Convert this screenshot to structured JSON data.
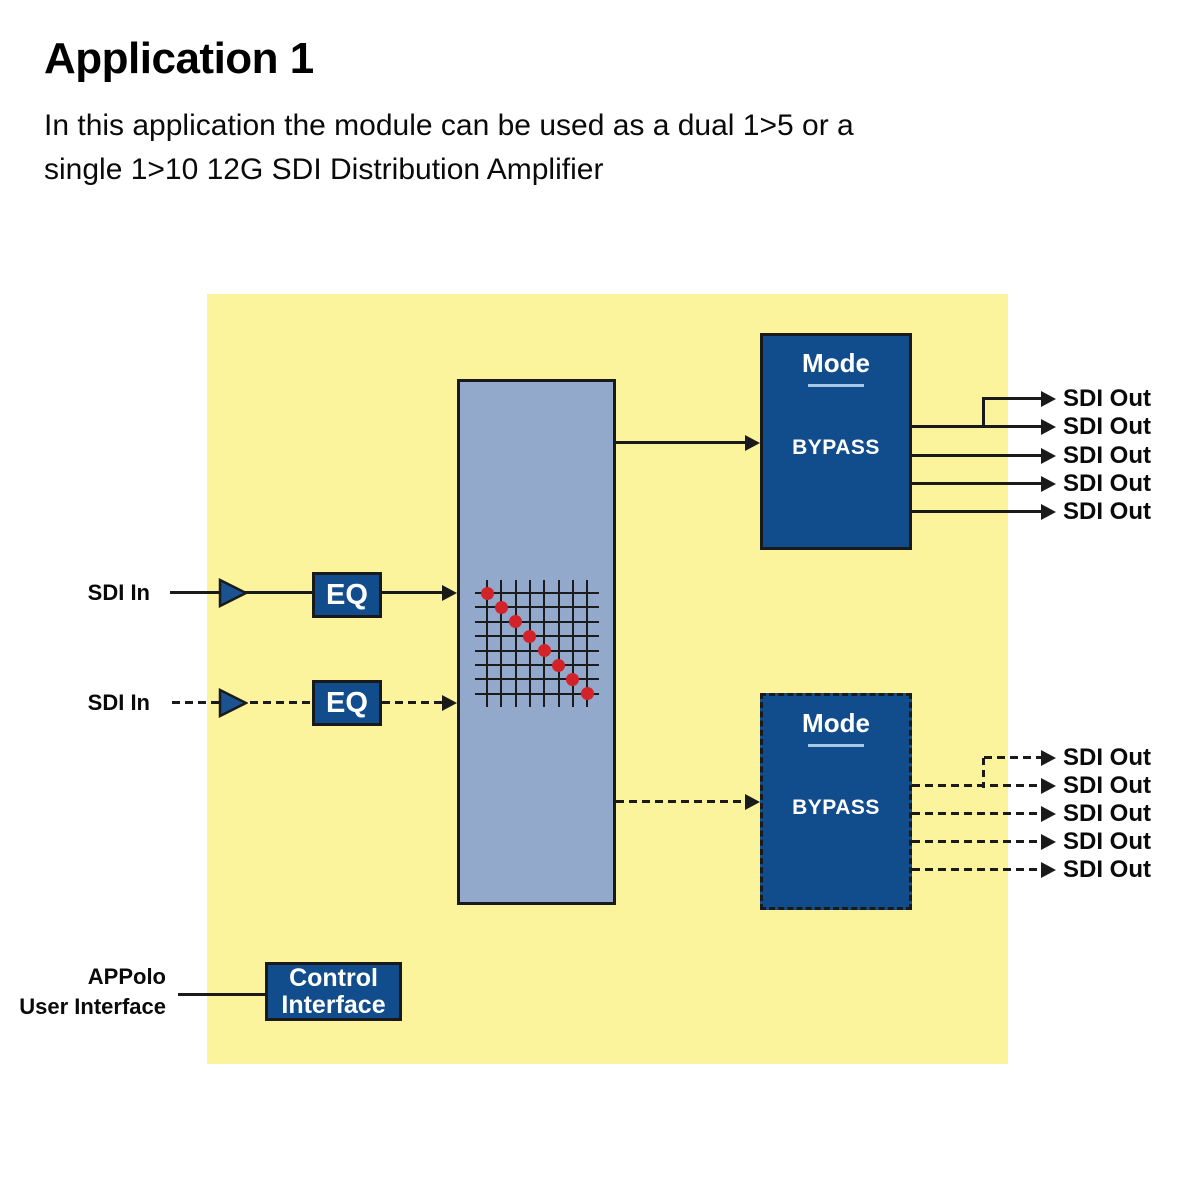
{
  "header": {
    "title": "Application 1",
    "subtitle_line1": "In this application the module can be used as a dual 1>5 or a",
    "subtitle_line2": "single 1>10 12G SDI Distribution Amplifier"
  },
  "diagram": {
    "inputs": [
      {
        "label": "SDI In",
        "line_style": "solid"
      },
      {
        "label": "SDI In",
        "line_style": "dashed"
      }
    ],
    "eq_boxes": [
      {
        "label": "EQ"
      },
      {
        "label": "EQ"
      }
    ],
    "matrix": {
      "grid_rows": 8,
      "grid_cols": 8,
      "crosspoint_count": 8
    },
    "mode_boxes": [
      {
        "title": "Mode",
        "mode": "BYPASS",
        "border": "solid"
      },
      {
        "title": "Mode",
        "mode": "BYPASS",
        "border": "dashed"
      }
    ],
    "outputs_top": [
      "SDI Out",
      "SDI Out",
      "SDI Out",
      "SDI Out",
      "SDI Out"
    ],
    "outputs_bottom": [
      "SDI Out",
      "SDI Out",
      "SDI Out",
      "SDI Out",
      "SDI Out"
    ],
    "control": {
      "box_line1": "Control",
      "box_line2": "Interface",
      "source_line1": "APPolo",
      "source_line2": "User Interface"
    }
  },
  "colors": {
    "panel_yellow": "#FBF49C",
    "box_blue": "#114C8C",
    "matrix_blue": "#93A9CB",
    "crosspoint_red": "#D2232A",
    "line_black": "#1A1A1A",
    "underline_blue": "#A9C9E8",
    "text_white": "#FFFFFF"
  }
}
